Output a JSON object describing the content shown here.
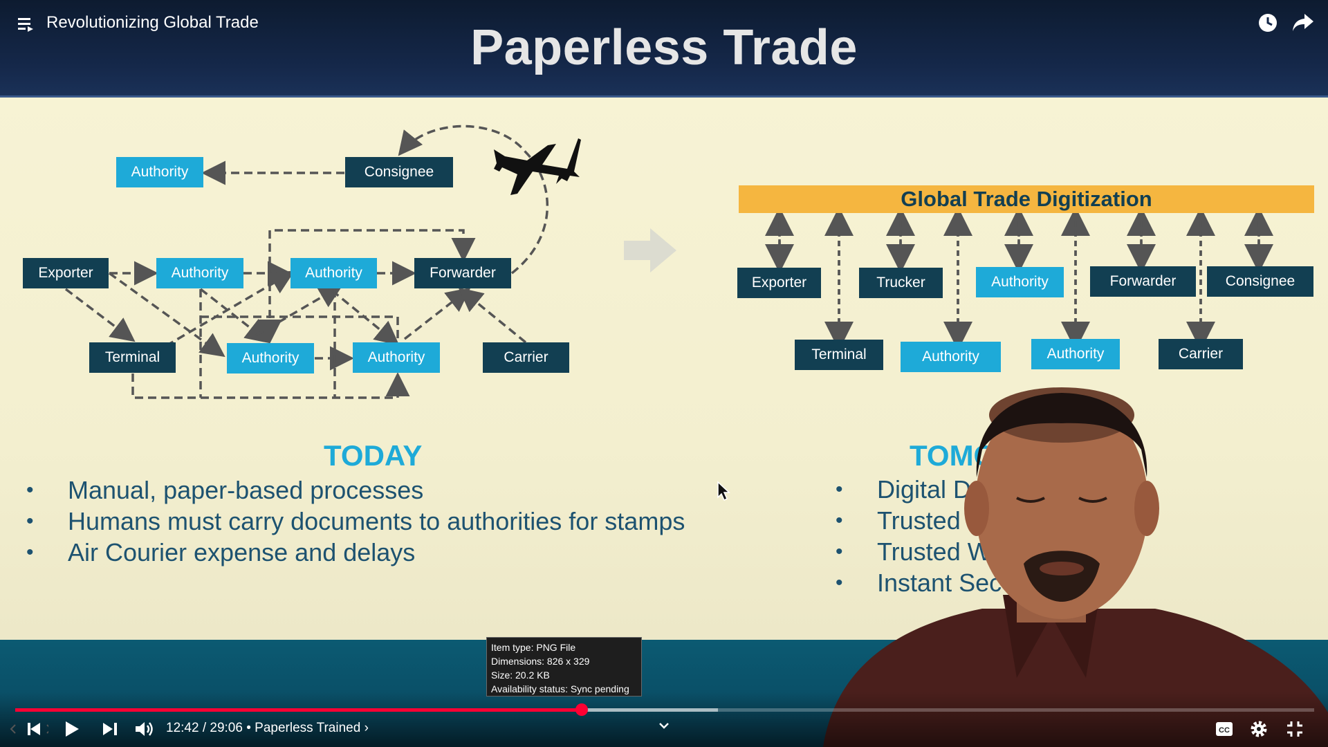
{
  "player": {
    "video_title": "Revolutionizing Global Trade",
    "time_current": "12:42",
    "time_total": "29:06",
    "chapter": "Paperless Trained",
    "progress_fraction": 0.436,
    "buffer_fraction": 0.541
  },
  "slide": {
    "title": "Paperless Trade",
    "left_diagram": {
      "boxes": {
        "authority_top": "Authority",
        "consignee": "Consignee",
        "exporter": "Exporter",
        "authority_1": "Authority",
        "authority_2": "Authority",
        "forwarder": "Forwarder",
        "terminal": "Terminal",
        "authority_3": "Authority",
        "authority_4": "Authority",
        "carrier": "Carrier"
      }
    },
    "right_diagram": {
      "bar_label": "Global Trade Digitization",
      "top_row": [
        "Exporter",
        "Trucker",
        "Authority",
        "Forwarder",
        "Consignee"
      ],
      "bottom_row": [
        "Terminal",
        "Authority",
        "Authority",
        "Carrier"
      ]
    },
    "today": {
      "heading": "TODAY",
      "bullets": [
        "Manual, paper-based processes",
        "Humans must carry documents to authorities for stamps",
        "Air Courier expense and delays"
      ]
    },
    "tomorrow": {
      "heading": "TOMC",
      "bullets": [
        "Digital Do",
        "Trusted",
        "Trusted W",
        "Instant Sec"
      ]
    }
  },
  "tooltip": {
    "line1": "Item type: PNG File",
    "line2": "Dimensions: 826 x 329",
    "line3": "Size: 20.2 KB",
    "line4": "Availability status: Sync pending"
  },
  "colors": {
    "dark_box": "#123f52",
    "light_box": "#1eaad8",
    "accent_bar": "#f5b640",
    "progress": "#ff0033"
  },
  "icons": {
    "playlist": "playlist-icon",
    "watch_later": "clock-icon",
    "share": "share-icon",
    "prev": "previous-icon",
    "play": "play-icon",
    "next": "next-icon",
    "volume": "volume-icon",
    "captions": "captions-icon",
    "settings": "gear-icon",
    "fullscreen": "exit-fullscreen-icon",
    "chevron": "chevron-down-icon",
    "airplane": "airplane-icon"
  }
}
